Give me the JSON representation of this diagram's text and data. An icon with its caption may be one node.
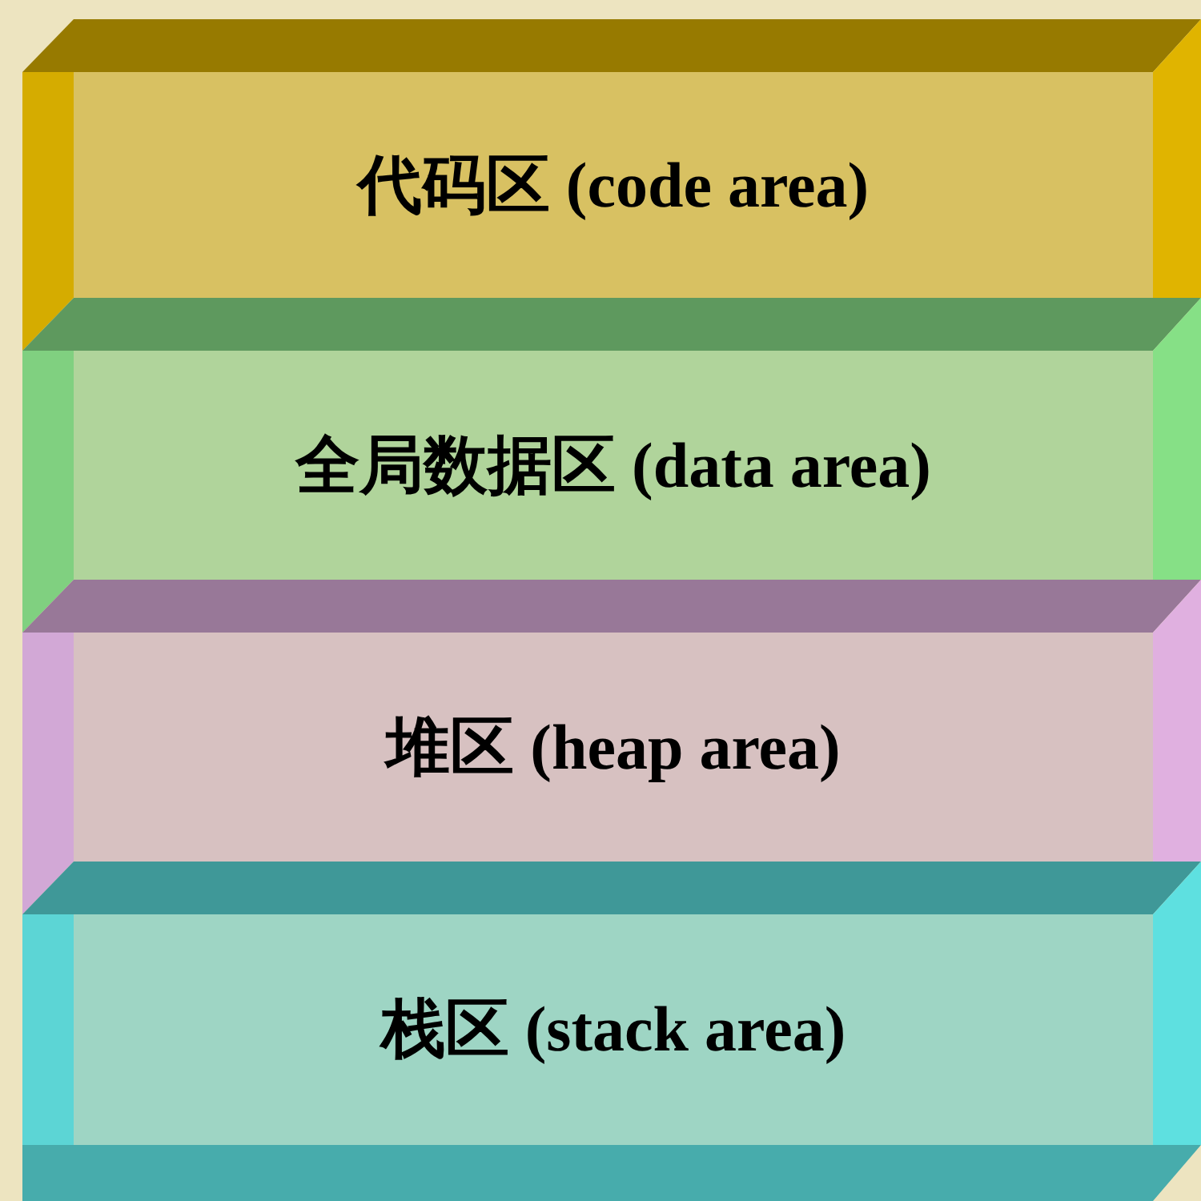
{
  "diagram": {
    "nodes": [
      {
        "text": [
          "代码区 (code area)"
        ]
      },
      {
        "text": [
          "全局数据区 (data area)"
        ]
      },
      {
        "text": [
          "堆区 (heap area)"
        ]
      },
      {
        "text": [
          "栈区 (stack area)"
        ]
      }
    ]
  }
}
